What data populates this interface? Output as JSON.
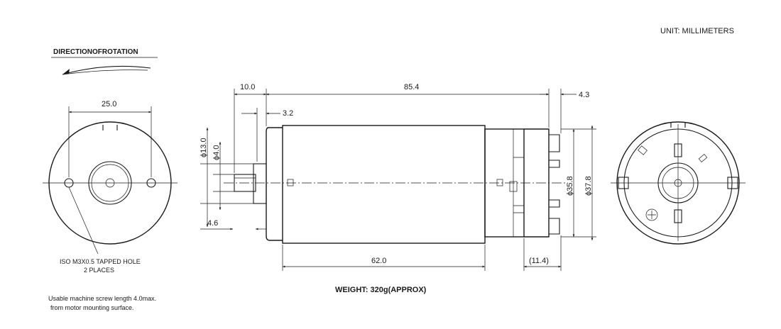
{
  "unit_note": "UNIT: MILLIMETERS",
  "direction_label": "DIRECTIONOFROTATION",
  "weight_label": "WEIGHT: 320g(APPROX)",
  "hole_note": {
    "line1": "ISO M3X0.5 TAPPED HOLE",
    "line2": "2 PLACES"
  },
  "screw_note": {
    "line1": "Usable machine screw length 4.0max.",
    "line2": "from motor mounting surface."
  },
  "dimensions": {
    "face_width": "25.0",
    "shaft_length": "10.0",
    "overall_length": "85.4",
    "terminal_length": "4.3",
    "boss_length": "3.2",
    "boss_dia": "ϕ13.0",
    "shaft_dia": "ϕ4.0",
    "shaft_flat": "4.6",
    "body_dia": "ϕ35.8",
    "end_dia": "ϕ37.8",
    "body_length": "62.0",
    "endcap_length": "(11.4)"
  },
  "colors": {
    "line": "#1a1a1a",
    "background": "#ffffff"
  }
}
